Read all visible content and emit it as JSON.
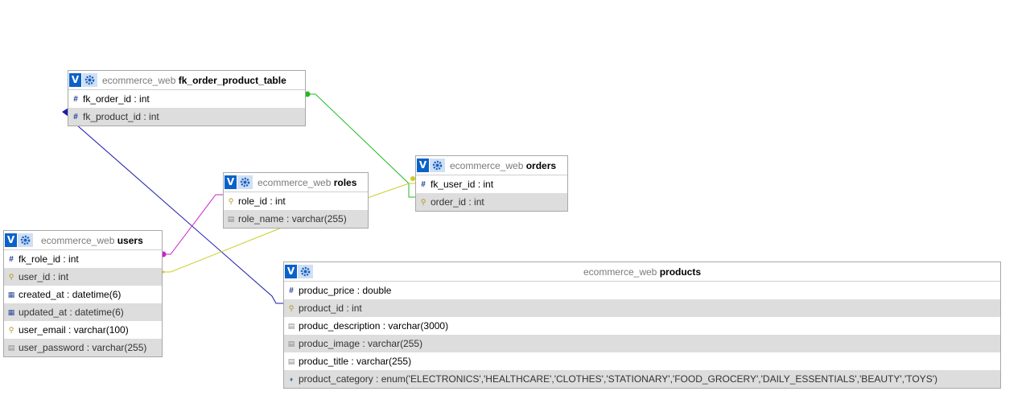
{
  "tables": {
    "fk_order_product_table": {
      "db": "ecommerce_web",
      "name": "fk_order_product_table",
      "columns": [
        {
          "text": "fk_order_id : int",
          "icon": "hash-icon"
        },
        {
          "text": "fk_product_id : int",
          "icon": "hash-icon"
        }
      ]
    },
    "roles": {
      "db": "ecommerce_web",
      "name": "roles",
      "columns": [
        {
          "text": "role_id : int",
          "icon": "key-icon"
        },
        {
          "text": "role_name : varchar(255)",
          "icon": "text-icon"
        }
      ]
    },
    "orders": {
      "db": "ecommerce_web",
      "name": "orders",
      "columns": [
        {
          "text": "fk_user_id : int",
          "icon": "hash-icon"
        },
        {
          "text": "order_id : int",
          "icon": "key-icon"
        }
      ]
    },
    "users": {
      "db": "ecommerce_web",
      "name": "users",
      "columns": [
        {
          "text": "fk_role_id : int",
          "icon": "hash-icon"
        },
        {
          "text": "user_id : int",
          "icon": "key-icon"
        },
        {
          "text": "created_at : datetime(6)",
          "icon": "calendar-icon"
        },
        {
          "text": "updated_at : datetime(6)",
          "icon": "calendar-icon"
        },
        {
          "text": "user_email : varchar(100)",
          "icon": "key-icon"
        },
        {
          "text": "user_password : varchar(255)",
          "icon": "text-icon"
        }
      ]
    },
    "products": {
      "db": "ecommerce_web",
      "name": "products",
      "columns": [
        {
          "text": "produc_price : double",
          "icon": "hash-icon"
        },
        {
          "text": "product_id : int",
          "icon": "key-icon"
        },
        {
          "text": "produc_description : varchar(3000)",
          "icon": "text-icon"
        },
        {
          "text": "produc_image : varchar(255)",
          "icon": "text-icon"
        },
        {
          "text": "produc_title : varchar(255)",
          "icon": "text-icon"
        },
        {
          "text": "product_category : enum('ELECTRONICS','HEALTHCARE','CLOTHES','STATIONARY','FOOD_GROCERY','DAILY_ESSENTIALS','BEAUTY','TOYS')",
          "icon": "enum-icon"
        }
      ]
    }
  },
  "toggle_label": "V",
  "relation_colors": {
    "order_link": "#22bb22",
    "product_link": "#1a1ab0",
    "role_link": "#cc22cc",
    "user_link": "#cccc22"
  }
}
